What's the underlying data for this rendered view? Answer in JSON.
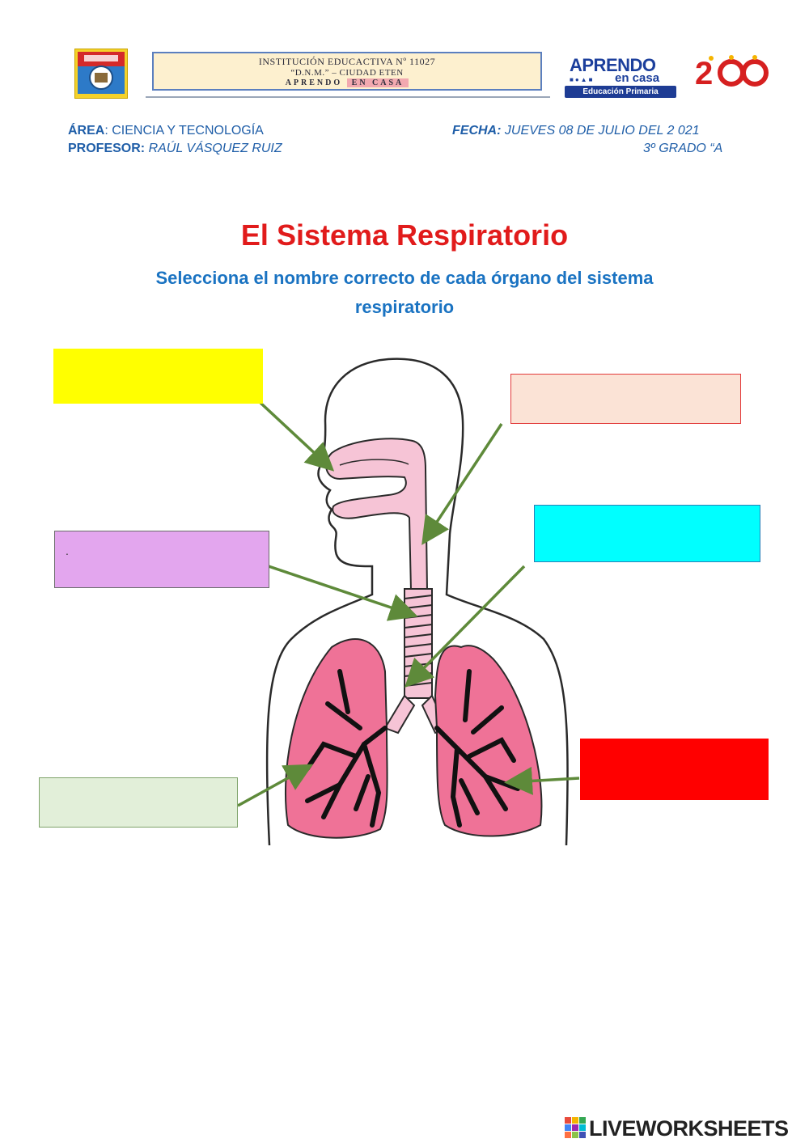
{
  "header": {
    "institution_line1": "INSTITUCIÓN EDUCACTIVA  Nº 11027",
    "institution_line2": "“D.N.M.” – CIUDAD ETEN",
    "institution_line3a": "APRENDO",
    "institution_line3b": "EN CASA",
    "logo_title": "APRENDO",
    "logo_subtitle": "en casa",
    "logo_bar": "Educación Primaria",
    "bicentennial": "200"
  },
  "info": {
    "area_label": "ÁREA",
    "area_value": ": CIENCIA Y TECNOLOGÍA",
    "profesor_label": "PROFESOR:",
    "profesor_value": " RAÚL VÁSQUEZ RUIZ",
    "fecha_label": "FECHA:",
    "fecha_value": " JUEVES 08 DE JULIO DEL 2 021",
    "grado": "3º GRADO “A"
  },
  "title": "El Sistema Respiratorio",
  "subtitle_line1": "Selecciona el nombre correcto de cada órgano del sistema",
  "subtitle_line2": "respiratorio",
  "answer_boxes": [
    {
      "id": "nose",
      "color": "#ffff00",
      "border": "#ffff00",
      "value": ""
    },
    {
      "id": "pharynx",
      "color": "#fbe3d6",
      "border": "#e23b3b",
      "value": ""
    },
    {
      "id": "larynx",
      "color": "#e3a6ee",
      "border": "#6b6b6b",
      "value": "."
    },
    {
      "id": "trachea",
      "color": "#00ffff",
      "border": "#2a7fb8",
      "value": ""
    },
    {
      "id": "bronchioles",
      "color": "#e2efd9",
      "border": "#7fa36a",
      "value": ""
    },
    {
      "id": "lungs",
      "color": "#ff0000",
      "border": "#ff0000",
      "value": ""
    }
  ],
  "footer": {
    "brand": "LIVEWORKSHEETS"
  }
}
